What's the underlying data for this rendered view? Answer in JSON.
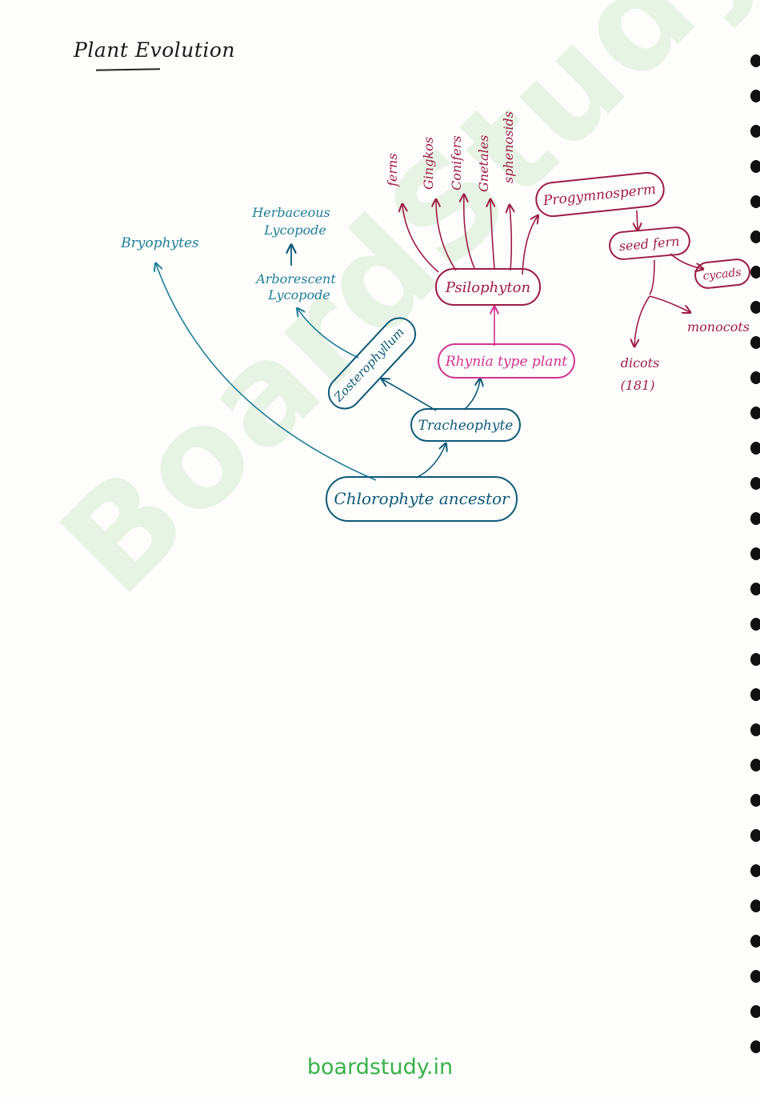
{
  "title": "Plant Evolution",
  "watermark": "BoardStudy",
  "footer": "boardstudy.in",
  "colors": {
    "teal": "#1f7e97",
    "dark_teal": "#0f5a76",
    "magenta": "#d2328f",
    "maroon": "#9e1d44",
    "watermark": "#e7f3e5",
    "footer": "#39b14a"
  },
  "nodes": {
    "chlorophyte": "Chlorophyte ancestor",
    "tracheophyte": "Tracheophyte",
    "zosterophyllum": "Zosterophyllum",
    "bryophytes": "Bryophytes",
    "arborescent_1": "Arborescent",
    "arborescent_2": "Lycopode",
    "herbaceous_1": "Herbaceous",
    "herbaceous_2": "Lycopode",
    "rhynia": "Rhynia type plant",
    "psilophyton": "Psilophyton",
    "ferns": "ferns",
    "ginkgo": "Gingkos",
    "conifers": "Conifers",
    "gnetales": "Gnetales",
    "sphenopsids": "sphenosids",
    "progymnosperm": "Progymnosperm",
    "seed_fern": "seed fern",
    "cycads": "cycads",
    "monocots": "monocots",
    "dicots": "dicots",
    "dicots_note": "(181)"
  }
}
